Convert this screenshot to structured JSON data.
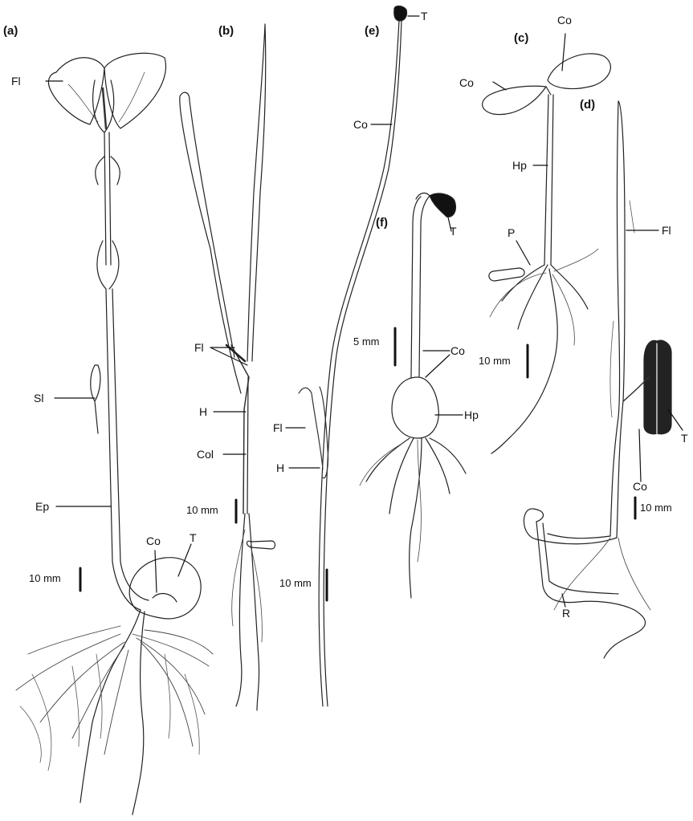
{
  "panels": {
    "a": "(a)",
    "b": "(b)",
    "c": "(c)",
    "d": "(d)",
    "e": "(e)",
    "f": "(f)"
  },
  "labels": {
    "a_fl": "Fl",
    "a_sl": "Sl",
    "a_ep": "Ep",
    "a_co": "Co",
    "a_t": "T",
    "b_fl": "Fl",
    "b_h": "H",
    "b_col": "Col",
    "e_t": "T",
    "e_co": "Co",
    "e_fl": "Fl",
    "e_h": "H",
    "f_t": "T",
    "f_co": "Co",
    "f_hp": "Hp",
    "c_co_top": "Co",
    "c_co_left": "Co",
    "c_hp": "Hp",
    "c_p": "P",
    "d_fl": "Fl",
    "d_co": "Co",
    "d_t": "T",
    "d_r": "R"
  },
  "scale_bars": {
    "a": "10 mm",
    "b": "10 mm",
    "e": "10 mm",
    "f": "5 mm",
    "c": "10 mm",
    "d": "10 mm"
  },
  "colors": {
    "ink": "#111111",
    "paper": "#ffffff",
    "shade": "#555555"
  }
}
